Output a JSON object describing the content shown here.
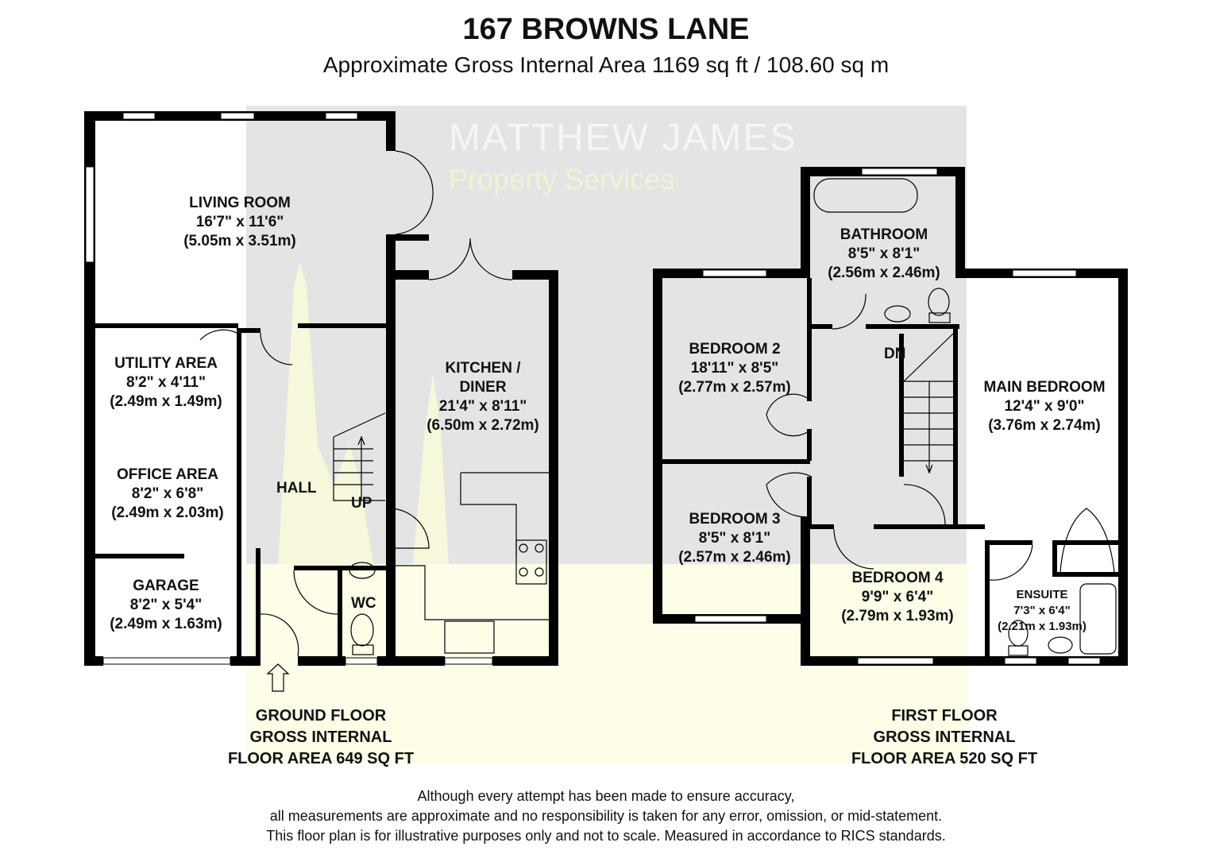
{
  "header": {
    "title": "167 BROWNS LANE",
    "subtitle": "Approximate Gross Internal Area 1169 sq ft / 108.60 sq m"
  },
  "watermark": {
    "line1": "MATTHEW JAMES",
    "line2": "Property Services"
  },
  "ground_floor": {
    "rooms": [
      {
        "name": "LIVING ROOM",
        "imperial": "16'7\" x 11'6\"",
        "metric": "(5.05m x 3.51m)"
      },
      {
        "name": "UTILITY AREA",
        "imperial": "8'2\" x 4'11\"",
        "metric": "(2.49m x 1.49m)"
      },
      {
        "name": "OFFICE AREA",
        "imperial": "8'2\" x 6'8\"",
        "metric": "(2.49m x 2.03m)"
      },
      {
        "name": "GARAGE",
        "imperial": "8'2\" x 5'4\"",
        "metric": "(2.49m x 1.63m)"
      },
      {
        "name": "KITCHEN /",
        "imperial": "DINER",
        "metric": "21'4\" x 8'11\"",
        "metric2": "(6.50m x 2.72m)"
      }
    ],
    "labels": {
      "hall": "HALL",
      "up": "UP",
      "wc": "WC"
    },
    "area": [
      "GROUND FLOOR",
      "GROSS INTERNAL",
      "FLOOR AREA 649 SQ FT"
    ]
  },
  "first_floor": {
    "rooms": [
      {
        "name": "BATHROOM",
        "imperial": "8'5\" x 8'1\"",
        "metric": "(2.56m x 2.46m)"
      },
      {
        "name": "BEDROOM 2",
        "imperial": "18'11\" x 8'5\"",
        "metric": "(2.77m x 2.57m)"
      },
      {
        "name": "BEDROOM 3",
        "imperial": "8'5\" x 8'1\"",
        "metric": "(2.57m x 2.46m)"
      },
      {
        "name": "BEDROOM 4",
        "imperial": "9'9\" x 6'4\"",
        "metric": "(2.79m x 1.93m)"
      },
      {
        "name": "MAIN BEDROOM",
        "imperial": "12'4\" x 9'0\"",
        "metric": "(3.76m x 2.74m)"
      },
      {
        "name": "ENSUITE",
        "imperial": "7'3\" x 6'4\"",
        "metric": "(2.21m x 1.93m)"
      }
    ],
    "labels": {
      "dn": "DN"
    },
    "area": [
      "FIRST FLOOR",
      "GROSS INTERNAL",
      "FLOOR AREA 520 SQ FT"
    ]
  },
  "disclaimer": [
    "Although every attempt has been made to ensure accuracy,",
    "all measurements are approximate and no responsibility is taken for any error, omission, or mid-statement.",
    "This floor plan is for illustrative purposes only and not to scale. Measured in accordance to RICS standards."
  ],
  "colors": {
    "wall": "#000000",
    "watermark_bg": "#e4e4e4",
    "watermark_yellow": "#fdfde8"
  }
}
